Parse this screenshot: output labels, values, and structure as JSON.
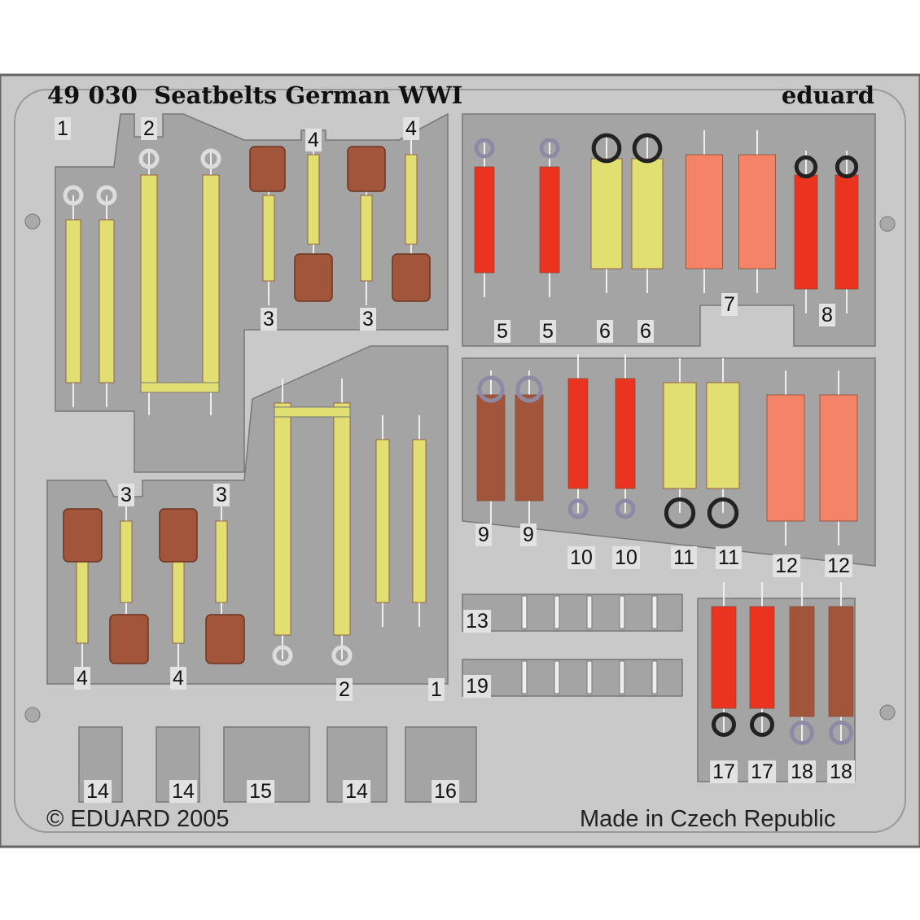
{
  "header": {
    "code": "49 030",
    "title": "Seatbelts German WWI",
    "brand": "eduard"
  },
  "footer": {
    "copyright": "© EDUARD 2005",
    "origin": "Made in Czech Republic"
  },
  "part_numbers": [
    "1",
    "2",
    "4",
    "4",
    "3",
    "3",
    "5",
    "5",
    "6",
    "6",
    "7",
    "8",
    "9",
    "9",
    "10",
    "10",
    "11",
    "11",
    "12",
    "12",
    "3",
    "3",
    "4",
    "4",
    "2",
    "1",
    "13",
    "19",
    "14",
    "14",
    "15",
    "14",
    "16",
    "17",
    "17",
    "18",
    "18"
  ],
  "colors": {
    "fret": "#c9c9c9",
    "panel": "#a4a4a4",
    "yellow": "#e2df72",
    "red": "#ea3420",
    "brown": "#a1553a",
    "salmon": "#f48468",
    "ring": "#8e8aa6"
  }
}
